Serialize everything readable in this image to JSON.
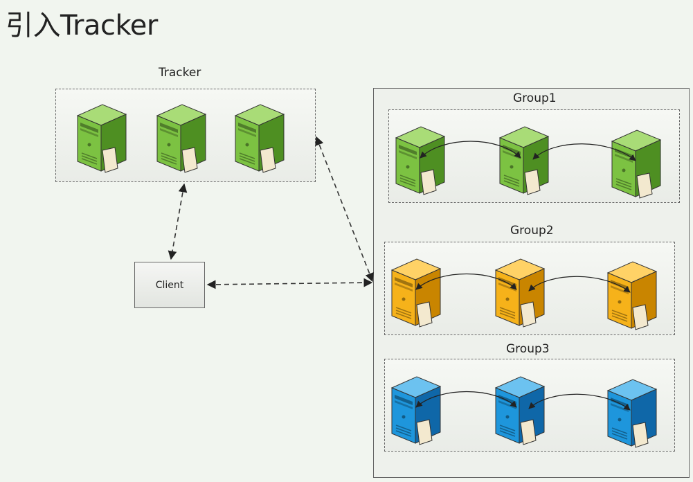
{
  "slide": {
    "title": "引入Tracker"
  },
  "tracker": {
    "label": "Tracker"
  },
  "client": {
    "label": "Client"
  },
  "groups": [
    {
      "label": "Group1",
      "color": "green"
    },
    {
      "label": "Group2",
      "color": "orange"
    },
    {
      "label": "Group3",
      "color": "blue"
    }
  ],
  "palette": {
    "green": {
      "front": "#7cc242",
      "side": "#4e8f22",
      "top": "#a9dc77"
    },
    "orange": {
      "front": "#f6b21a",
      "side": "#c98500",
      "top": "#ffd266"
    },
    "blue": {
      "front": "#1e96dc",
      "side": "#0f67a8",
      "top": "#6cc2f0"
    }
  }
}
